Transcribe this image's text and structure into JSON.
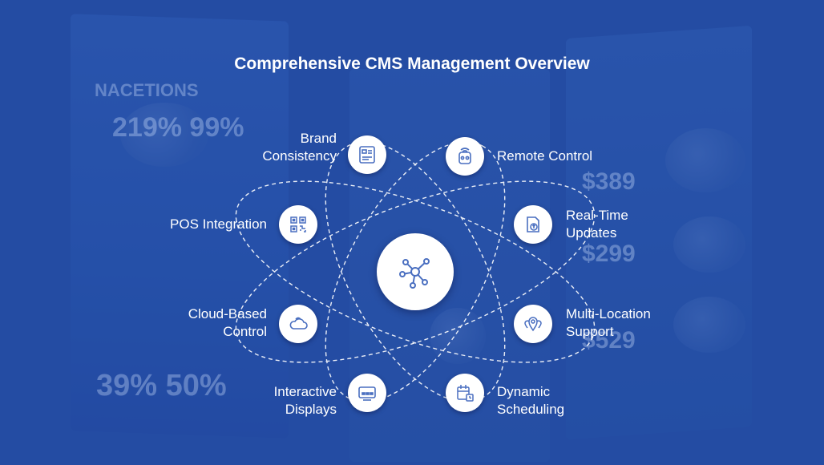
{
  "title": "Comprehensive CMS Management Overview",
  "colors": {
    "overlay": "#2a4f9b",
    "node_fill": "#ffffff",
    "icon_stroke": "#4a6fc0",
    "line": "#ffffff"
  },
  "center": {
    "icon": "network-hub-icon"
  },
  "features": [
    {
      "key": "brand",
      "lines": [
        "Brand",
        "Consistency"
      ],
      "icon": "brand-card-icon"
    },
    {
      "key": "remote",
      "lines": [
        "Remote Control"
      ],
      "icon": "remote-control-icon"
    },
    {
      "key": "pos",
      "lines": [
        "POS Integration"
      ],
      "icon": "qr-code-icon"
    },
    {
      "key": "realtime",
      "lines": [
        "Real-Time",
        "Updates"
      ],
      "icon": "refresh-upload-icon"
    },
    {
      "key": "cloud",
      "lines": [
        "Cloud-Based",
        "Control"
      ],
      "icon": "cloud-icon"
    },
    {
      "key": "multiloc",
      "lines": [
        "Multi-Location",
        "Support"
      ],
      "icon": "location-pins-icon"
    },
    {
      "key": "interactive",
      "lines": [
        "Interactive",
        "Displays"
      ],
      "icon": "display-screen-icon"
    },
    {
      "key": "scheduling",
      "lines": [
        "Dynamic",
        "Scheduling"
      ],
      "icon": "calendar-clock-icon"
    }
  ]
}
